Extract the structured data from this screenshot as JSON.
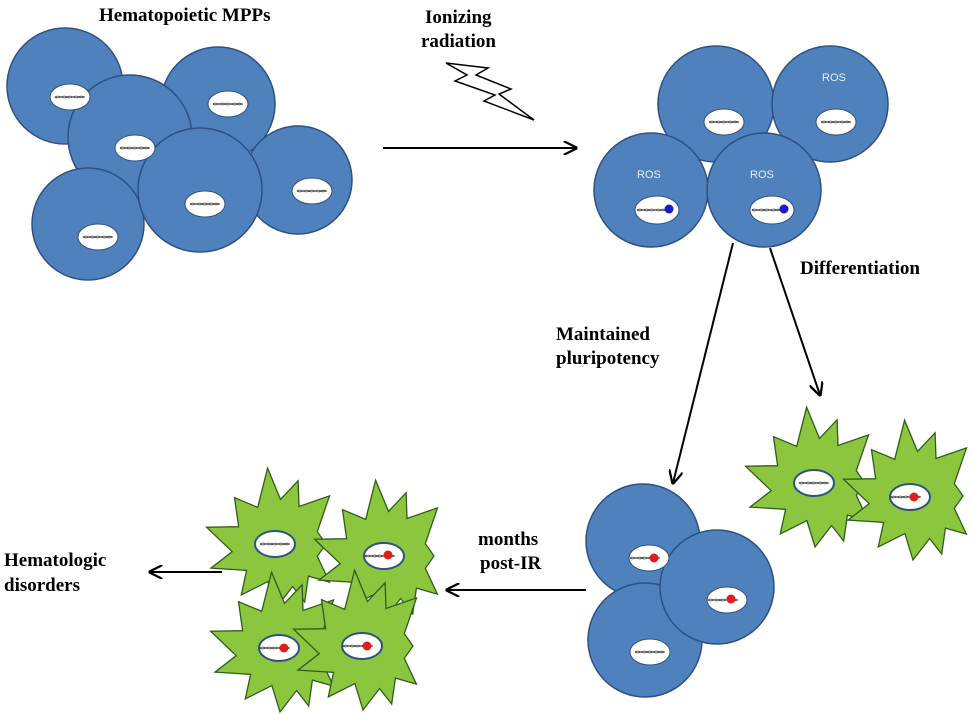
{
  "labels": {
    "top_title": "Hematopoietic MPPs",
    "radiation_line1": "Ionizing",
    "radiation_line2": "radiation",
    "differentiation": "Differentiation",
    "maintained_line1": "Maintained",
    "maintained_line2": "pluripotency",
    "months_line1": "months",
    "months_line2": "post-IR",
    "disorders_line1": "Hematologic",
    "disorders_line2": "disorders",
    "ros": "ROS"
  },
  "colors": {
    "stem_cell_fill": "#4f81bd",
    "stem_cell_stroke": "#2e5183",
    "differentiated_cell_fill": "#8cc63e",
    "differentiated_cell_stroke": "#2f5d1a",
    "nucleus_fill": "#ffffff",
    "ros_damage_dot": "#1a1acc",
    "mutation_dot": "#e11c1c",
    "arrow": "#000000"
  },
  "icons": {
    "radiation": "lightning-bolt-icon",
    "dna": "dna-helix-icon"
  }
}
